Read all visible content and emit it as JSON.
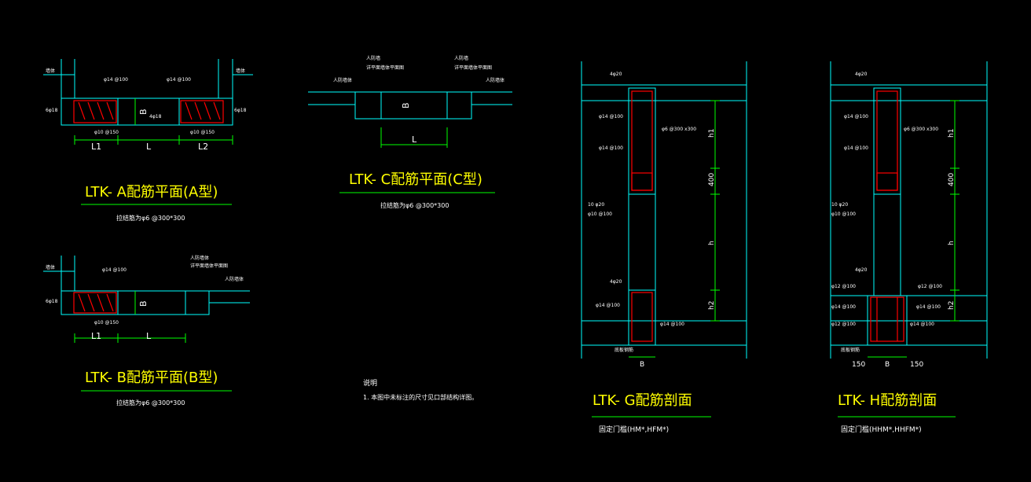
{
  "colors": {
    "background": "#000000",
    "wall": "#00ffff",
    "dimension": "#00ff00",
    "annotation": "#ffff00",
    "rebar": "#ff0000",
    "text": "#ffffff",
    "title": "#ffff00"
  },
  "views": {
    "a": {
      "title": "LTK- A配筋平面(A型)",
      "subtitle": "拉结筋为φ6 @300*300",
      "dims": [
        "L1",
        "L",
        "L2"
      ],
      "section_label": "B",
      "notes": [
        "墙体",
        "φ14 @100",
        "φ14 @100",
        "6φ18",
        "4φ18",
        "φ10 @150",
        "φ10 @150",
        "6φ18",
        "墙体"
      ]
    },
    "b": {
      "title": "LTK- B配筋平面(B型)",
      "subtitle": "拉结筋为φ6 @300*300",
      "dims": [
        "L1",
        "L"
      ],
      "section_label": "B",
      "notes": [
        "墙体",
        "φ14 @100",
        "6φ18",
        "φ10 @150",
        "人防墙体",
        "详平面墙体平面图",
        "人防墙体"
      ]
    },
    "c": {
      "title": "LTK- C配筋平面(C型)",
      "subtitle": "拉结筋为φ6 @300*300",
      "dims": [
        "L"
      ],
      "section_label": "B",
      "notes": [
        "人防墙",
        "详平面墙体平面图",
        "人防墙体",
        "人防墙",
        "详平面墙体平面图",
        "人防墙体"
      ]
    },
    "g": {
      "title": "LTK- G配筋剖面",
      "subtitle": "固定门槛(HM*,HFM*)",
      "dims": [
        "h1",
        "400",
        "h",
        "h2"
      ],
      "bottom_dim": "B",
      "notes": [
        "4φ20",
        "φ14 @100",
        "φ6 @300 x300",
        "φ14 @100",
        "10 φ20",
        "φ10 @100",
        "4φ20",
        "φ14 @100",
        "φ14 @100",
        "底板钢筋"
      ]
    },
    "h": {
      "title": "LTK- H配筋剖面",
      "subtitle": "固定门槛(HHM*,HHFM*)",
      "dims": [
        "h1",
        "400",
        "h",
        "h2"
      ],
      "bottom_dims": [
        "150",
        "B",
        "150"
      ],
      "notes": [
        "4φ20",
        "φ14 @100",
        "φ6 @300 x300",
        "φ14 @100",
        "10 φ20",
        "φ10 @100",
        "4φ20",
        "φ12 @100",
        "φ12 @100",
        "φ14 @100",
        "φ14 @100",
        "φ12 @100",
        "φ14 @100",
        "底板钢筋"
      ]
    }
  },
  "notes_block": {
    "heading": "说明",
    "line1": "1. 本图中未标注的尺寸见口部结构详图。"
  }
}
